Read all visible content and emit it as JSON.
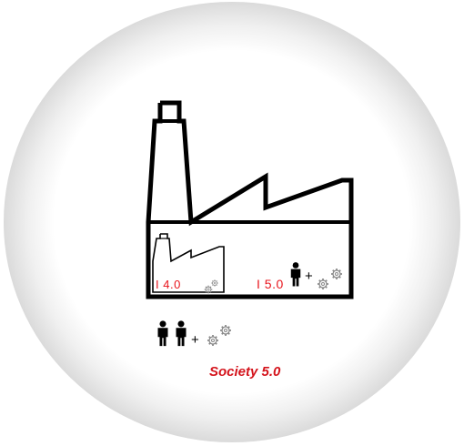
{
  "labels": {
    "industry_4": "I 4.0",
    "industry_5": "I 5.0",
    "society": "Society 5.0"
  },
  "symbols": {
    "plus": "+"
  },
  "icons": {
    "person": "person-icon",
    "gears": "gears-icon",
    "factory": "factory-icon"
  },
  "colors": {
    "label_red": "#e8141c",
    "outline": "#000000",
    "gear_grey": "#8a8a8a"
  }
}
